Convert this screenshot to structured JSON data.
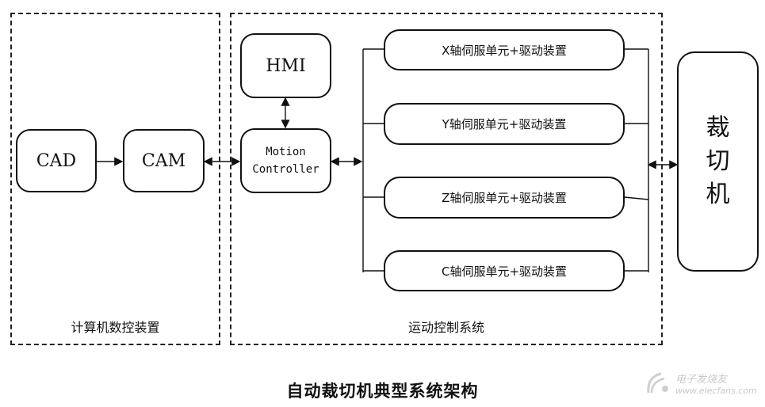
{
  "regions": {
    "cnc_label": "计算机数控装置",
    "motion_label": "运动控制系统"
  },
  "nodes": {
    "cad": "CAD",
    "cam": "CAM",
    "hmi": "HMI",
    "motion_controller": "Motion\nController",
    "servo_x": "X轴伺服单元+驱动装置",
    "servo_y": "Y轴伺服单元+驱动装置",
    "servo_z": "Z轴伺服单元+驱动装置",
    "servo_c": "C轴伺服单元+驱动装置",
    "machine": [
      "裁",
      "切",
      "机"
    ]
  },
  "caption": "自动裁切机典型系统架构",
  "watermark": {
    "brand": "电子发烧友",
    "url": "www.elecfans.com"
  }
}
